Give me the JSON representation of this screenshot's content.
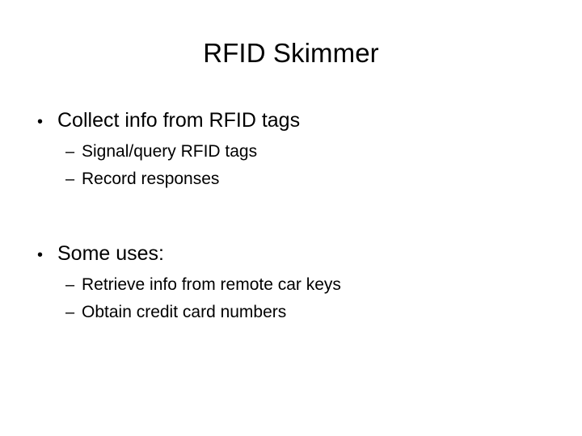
{
  "slide": {
    "title": "RFID Skimmer",
    "background_color": "#ffffff",
    "text_color": "#000000",
    "bullet_marker": "•",
    "sub_bullet_marker": "–",
    "groups": [
      {
        "heading": "Collect info from RFID tags",
        "items": [
          "Signal/query RFID tags",
          "Record responses"
        ]
      },
      {
        "heading": "Some uses:",
        "items": [
          "Retrieve info from remote car keys",
          "Obtain credit card numbers"
        ]
      }
    ]
  }
}
